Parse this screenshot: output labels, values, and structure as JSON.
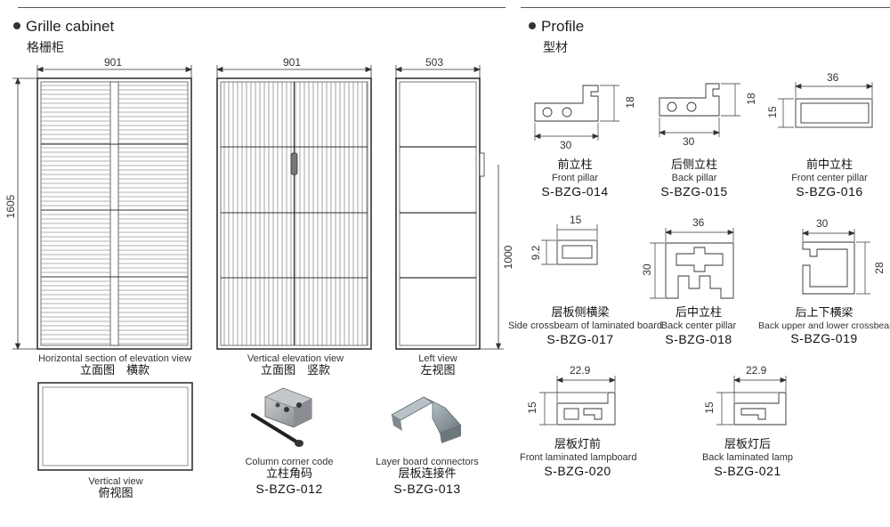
{
  "grille": {
    "title": "Grille cabinet",
    "subtitle": "格栅柜",
    "dim_width_front": "901",
    "dim_width_vertical": "901",
    "dim_width_left": "503",
    "dim_height": "1605",
    "dim_height_left": "1000",
    "view_front": {
      "en": "Horizontal section of elevation view",
      "zh": "立面图　横款"
    },
    "view_vertical": {
      "en": "Vertical elevation view",
      "zh": "立面图　竖款"
    },
    "view_left": {
      "en": "Left view",
      "zh": "左视图"
    },
    "view_top": {
      "en": "Vertical view",
      "zh": "俯视图"
    },
    "part_corner": {
      "en": "Column corner code",
      "zh": "立柱角码",
      "code": "S-BZG-012"
    },
    "part_connector": {
      "en": "Layer board connectors",
      "zh": "层板连接件",
      "code": "S-BZG-013"
    }
  },
  "profile": {
    "title": "Profile",
    "subtitle": "型材",
    "items": [
      {
        "zh": "前立柱",
        "en": "Front pillar",
        "code": "S-BZG-014",
        "w": "30",
        "h": "18"
      },
      {
        "zh": "后侧立柱",
        "en": "Back pillar",
        "code": "S-BZG-015",
        "w": "30",
        "h": "18"
      },
      {
        "zh": "前中立柱",
        "en": "Front center pillar",
        "code": "S-BZG-016",
        "w": "36",
        "h": "15"
      },
      {
        "zh": "层板侧横梁",
        "en": "Side crossbeam of laminated board",
        "code": "S-BZG-017",
        "w": "15",
        "h": "9.2"
      },
      {
        "zh": "后中立柱",
        "en": "Back center pillar",
        "code": "S-BZG-018",
        "w": "36",
        "h": "30"
      },
      {
        "zh": "后上下横梁",
        "en": "Back upper and lower crossbeam",
        "code": "S-BZG-019",
        "w": "30",
        "h": "28"
      },
      {
        "zh": "层板灯前",
        "en": "Front laminated lampboard",
        "code": "S-BZG-020",
        "w": "22.9",
        "h": "15"
      },
      {
        "zh": "层板灯后",
        "en": "Back laminated lamp",
        "code": "S-BZG-021",
        "w": "22.9",
        "h": "15"
      }
    ]
  }
}
